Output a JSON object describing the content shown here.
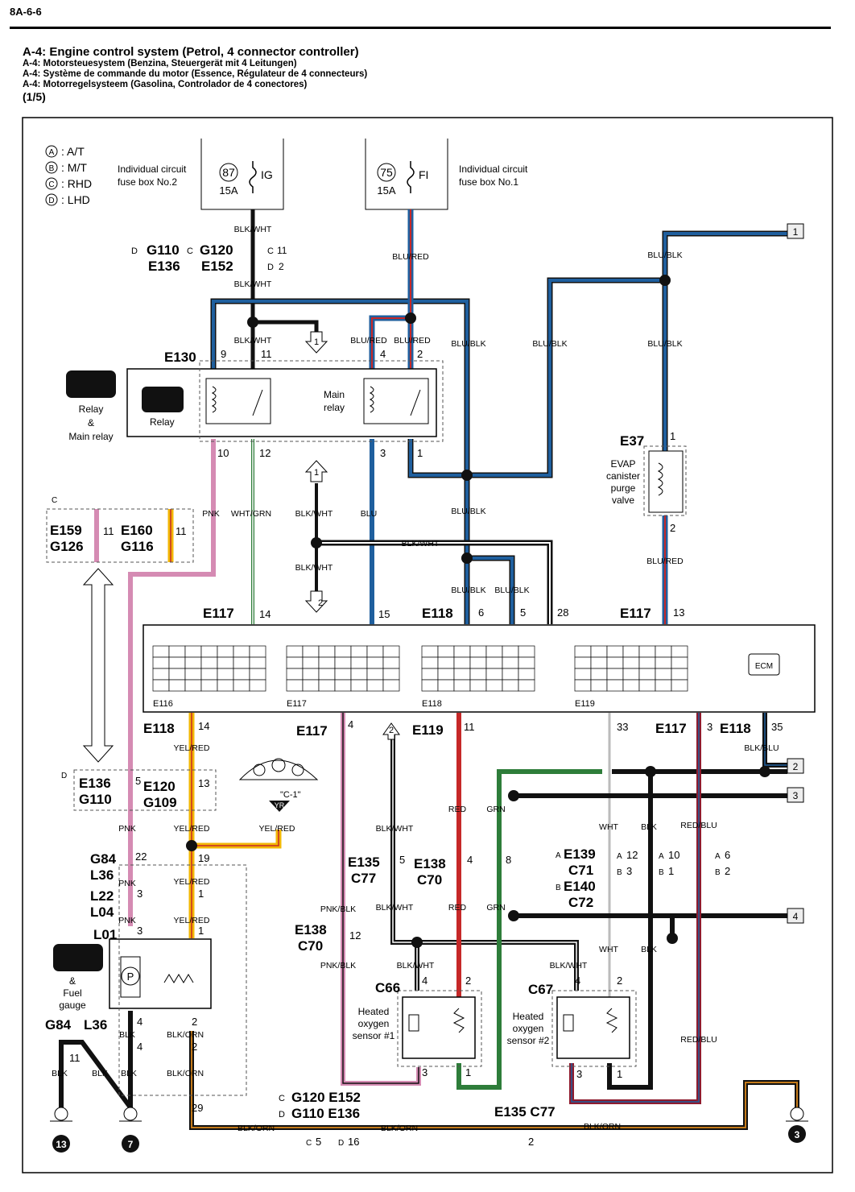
{
  "page": {
    "number": "8A-6-6",
    "title": "A-4: Engine control system (Petrol, 4 connector controller)",
    "subtitles": [
      "A-4: Motorsteuesystem (Benzina, Steuergerät mit 4 Leitungen)",
      "A-4: Système de commande du motor (Essence, Régulateur de 4 connecteurs)",
      "A-4: Motorregelsysteem (Gasolina, Controlador de 4 conectores)"
    ],
    "sheet": "(1/5)"
  },
  "legend": [
    {
      "key": "A",
      "text": ": A/T"
    },
    {
      "key": "B",
      "text": ": M/T"
    },
    {
      "key": "C",
      "text": ": RHD"
    },
    {
      "key": "D",
      "text": ": LHD"
    }
  ],
  "colors": {
    "blu": "#1f5f9e",
    "red": "#c62828",
    "pnk": "#d58bb3",
    "grn": "#2e7d3a",
    "yel": "#f2b705",
    "orn": "#c47a1a",
    "blk": "#111111",
    "wht": "#bbbbbb",
    "maroon": "#8e1b2e"
  },
  "fuse_boxes": [
    {
      "label": "Individual circuit\nfuse box No.2",
      "line1": "Individual circuit",
      "line2": "fuse box No.2",
      "fuse_no": "87",
      "rating": "15A",
      "name": "IG"
    },
    {
      "label": "Individual circuit\nfuse box No.1",
      "line1": "Individual circuit",
      "line2": "fuse box No.1",
      "fuse_no": "75",
      "rating": "15A",
      "name": "FI"
    }
  ],
  "connectors": {
    "g110_g120": {
      "d": "D",
      "g110": "G110",
      "c": "C",
      "g120": "G120",
      "c11": "11",
      "e136": "E136",
      "e152": "E152",
      "d2": "2"
    },
    "e130": "E130",
    "e37": "E37",
    "e117a": "E117",
    "e118a": "E118",
    "e117b": "E117",
    "e159": "E159",
    "g126": "G126",
    "e160": "E160",
    "g116": "G116",
    "e136": "E136",
    "g110": "G110",
    "e120": "E120",
    "g109": "G109",
    "e118b": "E118",
    "e117c": "E117",
    "e119": "E119",
    "e117d": "E117",
    "e118c": "E118",
    "g84": "G84",
    "l36": "L36",
    "l22": "L22",
    "l04": "L04",
    "l01": "L01",
    "e135": "E135",
    "c77": "C77",
    "e138a": "E138",
    "c70a": "C70",
    "e138b": "E138",
    "c70b": "C70",
    "e139": "E139",
    "c71": "C71",
    "e140": "E140",
    "c72": "C72",
    "c66": "C66",
    "c67": "C67",
    "g84b": "G84",
    "l36b": "L36",
    "bottom1": "G120 E152",
    "bottom2": "G110 E136",
    "e135c77": "E135 C77"
  },
  "components": {
    "relay_label": "Relay",
    "relay_and": "&",
    "main_relay_label": "Main relay",
    "relay_box_label": "Relay",
    "main_relay_box": "Main",
    "main_relay_box2": "relay",
    "evap1": "EVAP",
    "evap2": "canister",
    "evap3": "purge",
    "evap4": "valve",
    "fuel_and": "&",
    "fuel_gauge1": "Fuel",
    "fuel_gauge2": "gauge",
    "ho2s1a": "Heated",
    "ho2s1b": "oxygen",
    "ho2s1c": "sensor #1",
    "ho2s2a": "Heated",
    "ho2s2b": "oxygen",
    "ho2s2c": "sensor #2",
    "ecm": "ECM",
    "meter_ref": "\"C-1\"",
    "yr": "YR"
  },
  "wires": {
    "blk_wht": "BLK/WHT",
    "blu_red": "BLU/RED",
    "blu_blk": "BLU/BLK",
    "pnk": "PNK",
    "wht_grn": "WHT/GRN",
    "blu": "BLU",
    "yel_red": "YEL/RED",
    "pnk_blk": "PNK/BLK",
    "red": "RED",
    "grn": "GRN",
    "wht": "WHT",
    "blk": "BLK",
    "red_blu": "RED/BLU",
    "blk_blu": "BLK/BLU",
    "blk_orn": "BLK/ORN"
  },
  "pins": {
    "p9": "9",
    "p11": "11",
    "p4": "4",
    "p2": "2",
    "p10": "10",
    "p12": "12",
    "p3": "3",
    "p1": "1",
    "p14": "14",
    "p15": "15",
    "p6": "6",
    "p5": "5",
    "p28": "28",
    "p13": "13",
    "e117_4": "4",
    "e119_11": "11",
    "e119_33": "33",
    "e117_3": "3",
    "e118_35": "35",
    "p22": "22",
    "p19": "19",
    "p29": "29",
    "p8": "8",
    "a12": "12",
    "b3": "3",
    "a10": "10",
    "b1": "1",
    "a6": "6",
    "b2": "2",
    "bottom_c5": "5",
    "bottom_d16": "16",
    "bottom_2": "2"
  },
  "references": {
    "r1": "1",
    "r2": "2",
    "r3": "3",
    "r4": "4",
    "down1": "1",
    "up1": "1",
    "down2": "2",
    "up2": "2"
  },
  "grounds": {
    "g13": "13",
    "g7": "7",
    "g3": "3"
  },
  "connector_names": {
    "e116": "E116",
    "e117": "E117",
    "e118": "E118",
    "e119": "E119"
  }
}
